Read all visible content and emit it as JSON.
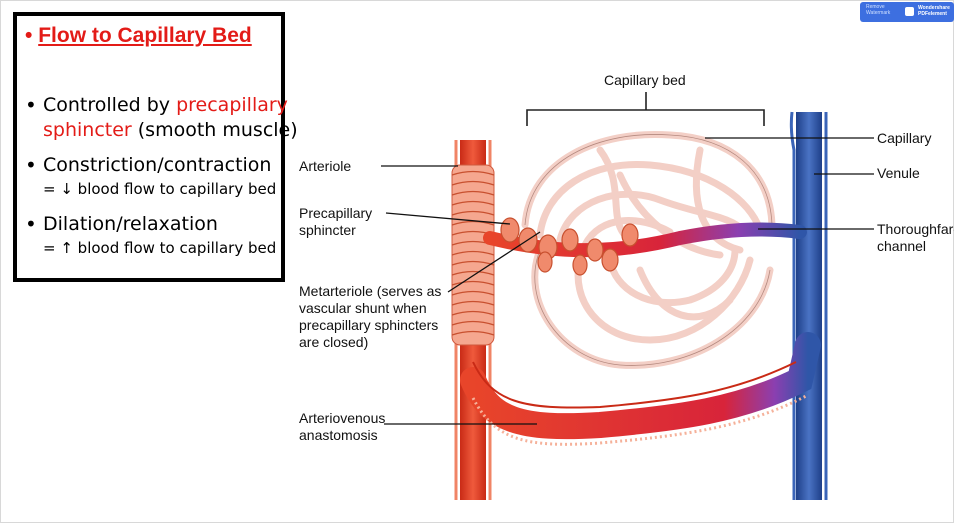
{
  "textbox": {
    "title_bullet": "•",
    "title": "Flow to Capillary Bed",
    "bullets": [
      {
        "lines": [
          "Controlled by ",
          "precapillary",
          "sphincter",
          " (smooth muscle)"
        ]
      },
      {
        "main": "Constriction/contraction",
        "sub": "= ↓ blood flow to capillary bed"
      },
      {
        "main": "Dilation/relaxation",
        "sub": "= ↑ blood flow to capillary bed"
      }
    ]
  },
  "diagram": {
    "labels": {
      "capillary_bed": "Capillary bed",
      "capillary": "Capillary",
      "venule": "Venule",
      "thoroughfare_1": "Thoroughfare",
      "thoroughfare_2": "channel",
      "arteriole": "Arteriole",
      "precap_1": "Precapillary",
      "precap_2": "sphincter",
      "meta_1": "Metarteriole (serves as",
      "meta_2": "vascular shunt when",
      "meta_3": "precapillary sphincters",
      "meta_4": "are closed)",
      "av_1": "Arteriovenous",
      "av_2": "anastomosis"
    }
  },
  "watermark": {
    "line1": "Remove",
    "line2": "Watermark",
    "brand1": "Wondershare",
    "brand2": "PDFelement"
  },
  "colors": {
    "accent_red": "#e31b17",
    "artery": "#e8452a",
    "vein": "#2f56a8",
    "capillary": "#f3cfc6"
  }
}
